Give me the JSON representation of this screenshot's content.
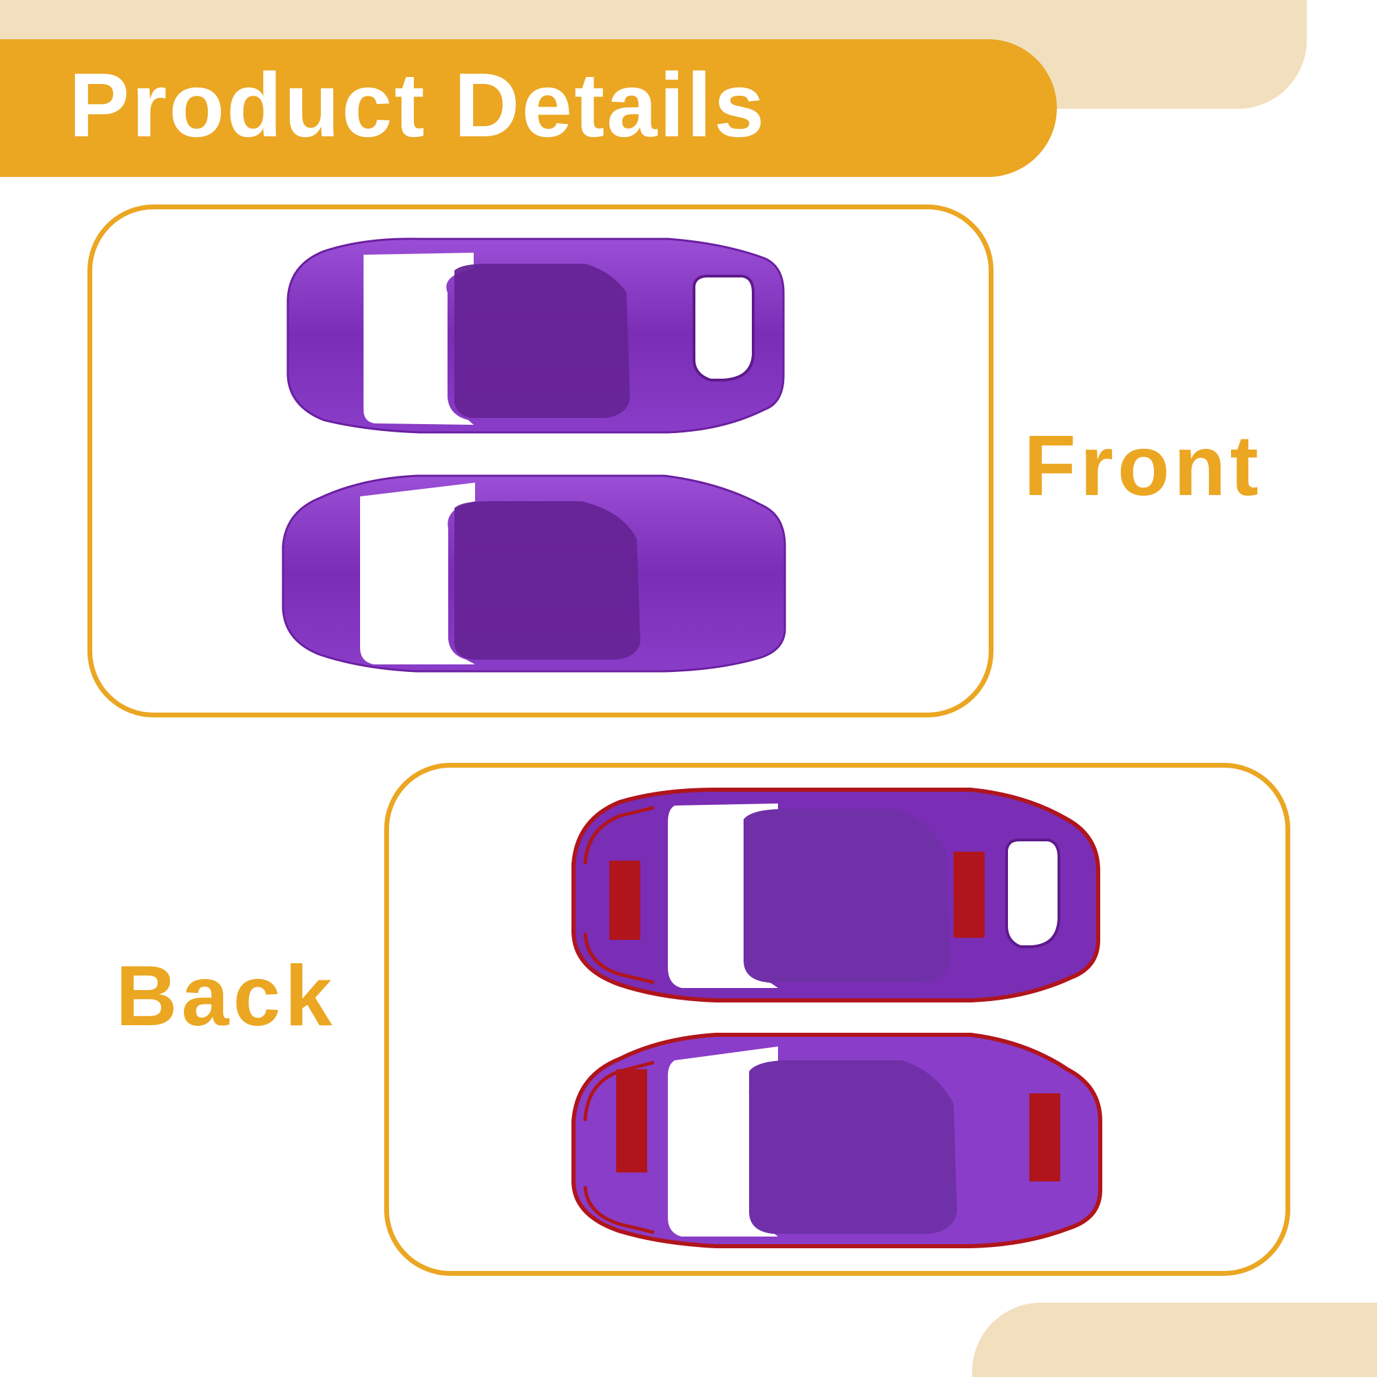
{
  "header": {
    "title": "Product Details"
  },
  "labels": {
    "front": "Front",
    "back": "Back"
  },
  "colors": {
    "accent": "#eba622",
    "decor": "#f1dfbe",
    "product": "#7a2db5",
    "adhesive": "#b0151c",
    "text_on_accent": "#ffffff"
  },
  "images": [
    {
      "view": "front",
      "icon": "purple-trim-cover-front"
    },
    {
      "view": "front",
      "icon": "purple-trim-cover-front"
    },
    {
      "view": "back",
      "icon": "purple-trim-cover-back-with-adhesive"
    },
    {
      "view": "back",
      "icon": "purple-trim-cover-back-with-adhesive"
    }
  ]
}
